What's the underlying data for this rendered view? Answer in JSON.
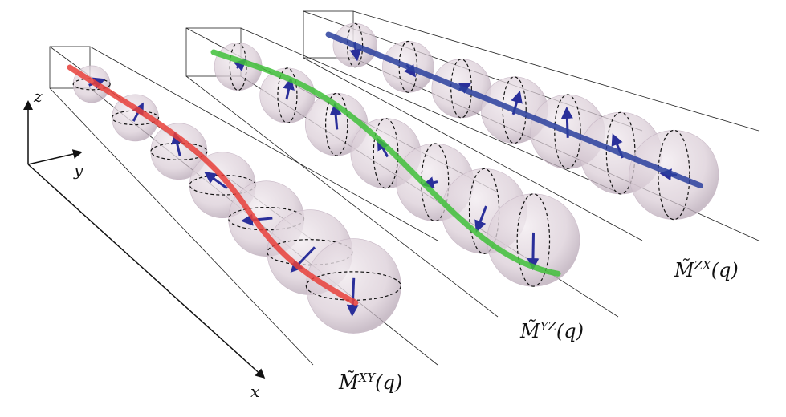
{
  "axes": {
    "z": "z",
    "y": "y",
    "x": "x"
  },
  "panels": [
    {
      "id": "xy",
      "base": "M̃",
      "sup": "XY",
      "arg": "(q)",
      "curve_color": "#e8403a",
      "spheres": 7
    },
    {
      "id": "yz",
      "base": "M̃",
      "sup": "YZ",
      "arg": "(q)",
      "curve_color": "#3fbf3a",
      "spheres": 7
    },
    {
      "id": "zx",
      "base": "M̃",
      "sup": "ZX",
      "arg": "(q)",
      "curve_color": "#2a3f9e",
      "spheres": 7
    }
  ],
  "colors": {
    "arrow": "#2a2f9a",
    "sphere": "#d9cdd6",
    "box": "#222222"
  }
}
